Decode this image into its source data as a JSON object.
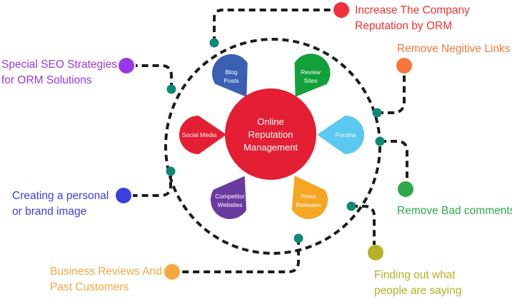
{
  "center": {
    "title_line1": "Online",
    "title_line2": "Reputation",
    "title_line3": "Management",
    "color": "#e41e33"
  },
  "petals": [
    {
      "id": "blog-posts",
      "line1": "Blog",
      "line2": "Posts",
      "color": "#3b5fb3"
    },
    {
      "id": "review-sites",
      "line1": "Review",
      "line2": "Sites",
      "color": "#12a03a"
    },
    {
      "id": "forums",
      "line1": "Forums",
      "line2": "",
      "color": "#5ac8f0"
    },
    {
      "id": "press-releases",
      "line1": "Press",
      "line2": "Releases",
      "color": "#f5a623"
    },
    {
      "id": "competitor-websites",
      "line1": "Competitor",
      "line2": "Websites",
      "color": "#6a3aa0"
    },
    {
      "id": "social-media",
      "line1": "Social Media",
      "line2": "",
      "color": "#e41e33"
    }
  ],
  "outer_items": [
    {
      "id": "increase-reputation",
      "line1": "Increase The Company",
      "line2": "Reputation by ORM",
      "color": "#f0303a",
      "text_color": "#ee3330"
    },
    {
      "id": "remove-negative-links",
      "line1": "Remove Negitive Links",
      "line2": "",
      "color": "#f5773a",
      "text_color": "#f5773a"
    },
    {
      "id": "remove-bad-comments",
      "line1": "Remove Bad comments",
      "line2": "",
      "color": "#2ea84a",
      "text_color": "#2ea84a"
    },
    {
      "id": "finding-out",
      "line1": "Finding out what",
      "line2": "people are saying",
      "color": "#b4b02a",
      "text_color": "#b4b02a"
    },
    {
      "id": "business-reviews",
      "line1": "Business Reviews And",
      "line2": "Past Customers",
      "color": "#f5a840",
      "text_color": "#f5a840"
    },
    {
      "id": "brand-image",
      "line1": "Creating a personal",
      "line2": "or brand image",
      "color": "#3b3fe0",
      "text_color": "#3b3fe0"
    },
    {
      "id": "special-seo",
      "line1": "Special SEO Strategies",
      "line2": "for ORM Solutions",
      "color": "#9a38e8",
      "text_color": "#9a38e8"
    }
  ],
  "connector_color": "#1c1c1c",
  "node_color": "#0d8a72"
}
